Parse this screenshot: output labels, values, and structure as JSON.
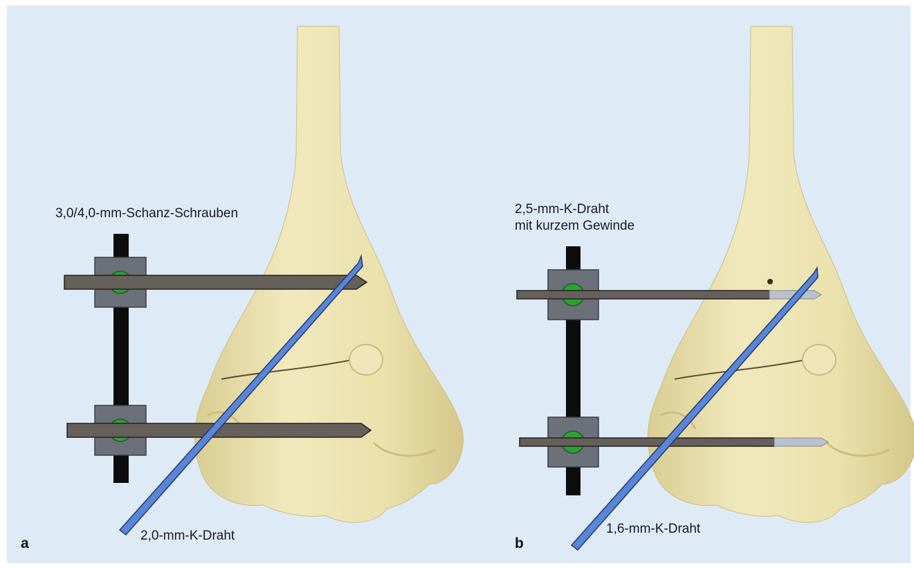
{
  "panels": [
    {
      "letter": "a",
      "screw_label": "3,0/4,0-mm-Schanz-Schrauben",
      "wire_label": "2,0-mm-K-Draht"
    },
    {
      "letter": "b",
      "screw_label_line1": "2,5-mm-K-Draht",
      "screw_label_line2": "mit kurzem Gewinde",
      "wire_label": "1,6-mm-K-Draht"
    }
  ],
  "colors": {
    "background": "#dfeaf7",
    "bone": "#ece3b0",
    "bone_shadow": "#d7cb8d",
    "rod": "#0c0c0c",
    "clamp": "#6c7079",
    "clamp_center": "#2e9e3a",
    "screw": "#66605a",
    "thread_tip": "#b9c2cc",
    "k_wire": "#5b85d6"
  }
}
